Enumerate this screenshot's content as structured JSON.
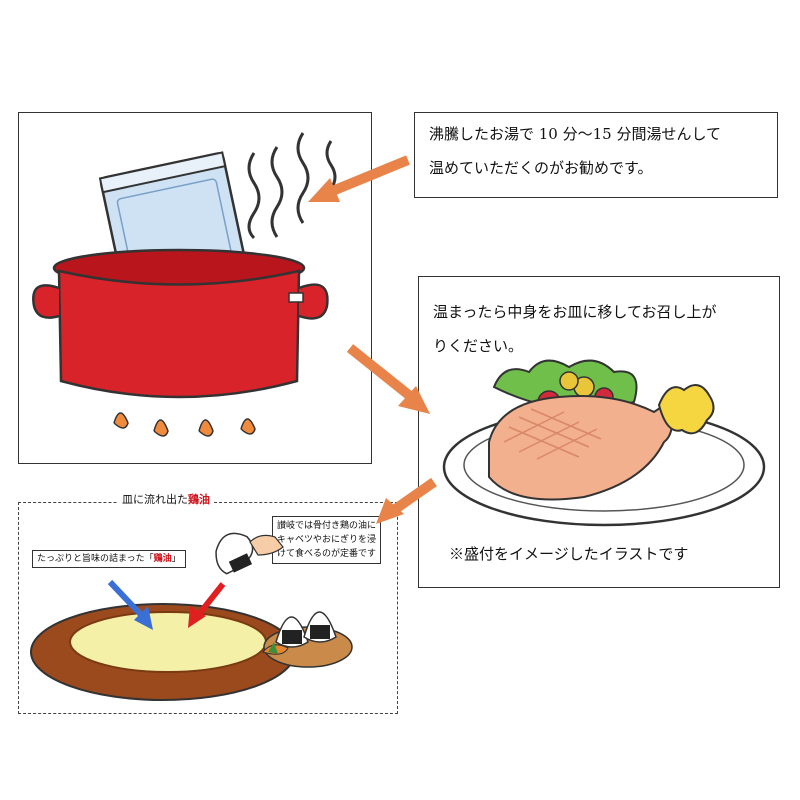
{
  "step1": {
    "caption_line1": "沸騰したお湯で 10 分～15 分間湯せんして",
    "caption_line2": "温めていただくのがお勧めです。"
  },
  "step2": {
    "caption_line1": "温まったら中身をお皿に移してお召し上が",
    "caption_line2": "りください。",
    "note": "※盛付をイメージしたイラストです"
  },
  "step3": {
    "title_prefix": "皿に流れ出た",
    "title_highlight": "鶏油",
    "label_left_prefix": "たっぷりと旨味の詰まった「",
    "label_left_highlight": "鶏油",
    "label_left_suffix": "」",
    "label_right_line1": "讃岐では骨付き鶏の油に",
    "label_right_line2": "キャベツやおにぎりを浸",
    "label_right_line3": "けて食べるのが定番です"
  },
  "colors": {
    "arrow_orange": "#e8844a",
    "pot_red": "#d9232a",
    "arrow_blue": "#3a6fd6",
    "arrow_red": "#e02020",
    "oil_yellow": "#f4f0a8",
    "plate_brown": "#8a3f14"
  }
}
